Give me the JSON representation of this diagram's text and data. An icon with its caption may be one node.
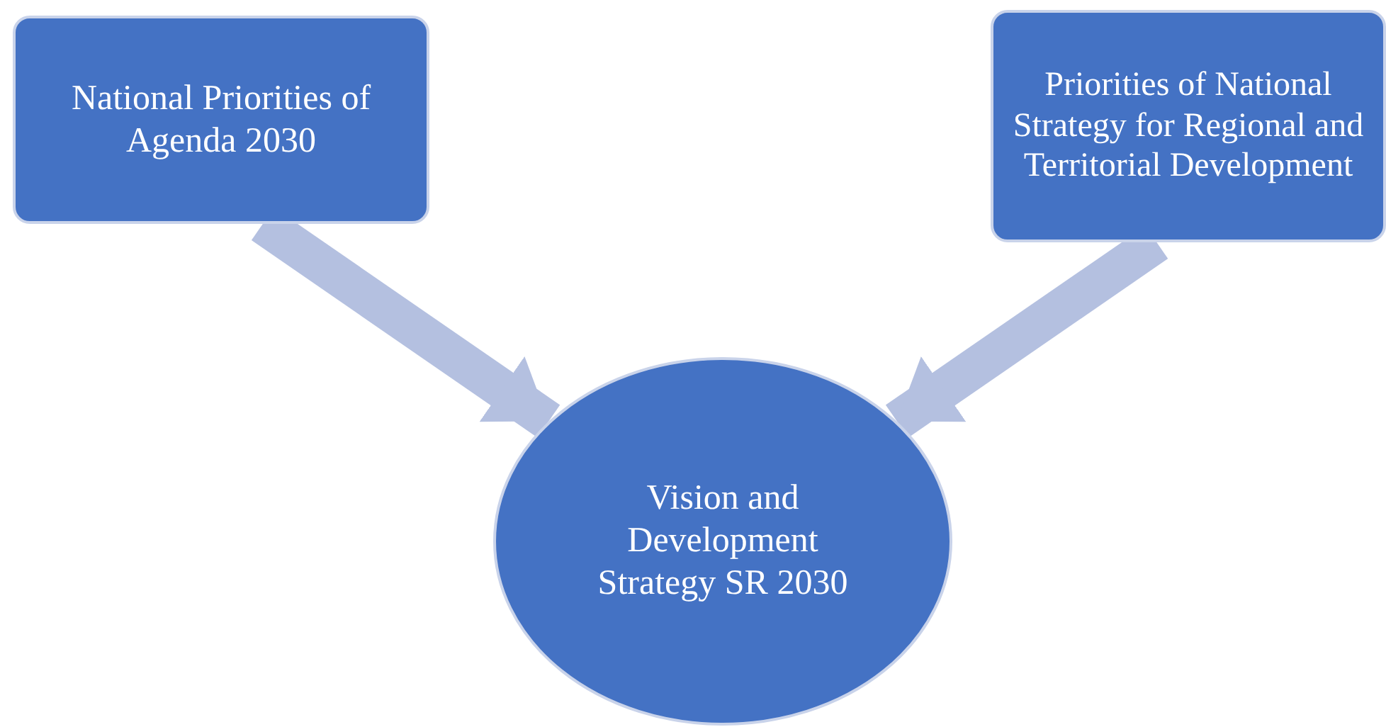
{
  "diagram": {
    "nodes": [
      {
        "text": [
          "National Priorities of Agenda 2030"
        ]
      },
      {
        "text": [
          "Priorities of National Strategy for Regional and Territorial Development"
        ]
      },
      {
        "text": [
          "Vision and Development Strategy SR 2030"
        ]
      }
    ],
    "edges": [
      {
        "from": 0,
        "to": 2,
        "arrow": "to"
      },
      {
        "from": 1,
        "to": 2,
        "arrow": "to"
      }
    ]
  }
}
